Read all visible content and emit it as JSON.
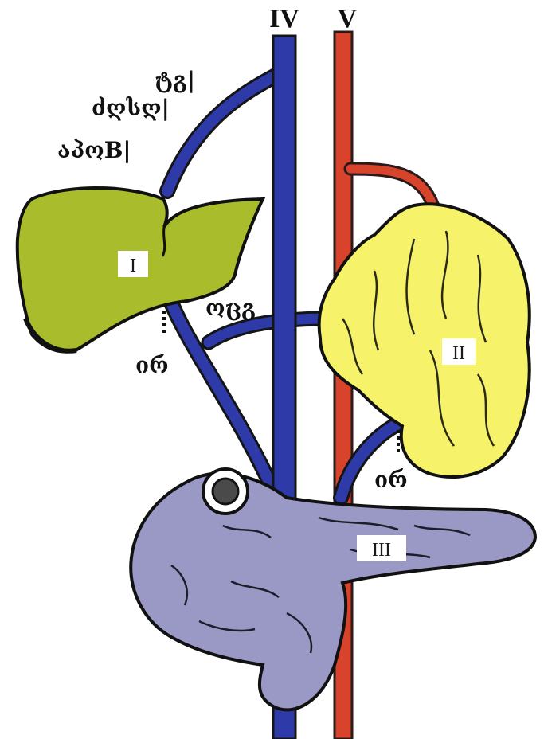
{
  "vessels": {
    "vein_label": "IV",
    "artery_label": "V",
    "vein_color": "#2d3aa8",
    "artery_color": "#d8432c"
  },
  "organs": [
    {
      "label": "I",
      "color": "#a9bd2c"
    },
    {
      "label": "II",
      "color": "#f6f26a"
    },
    {
      "label": "III",
      "color": "#9a98c4"
    }
  ],
  "annotations": {
    "top_1": "ტგ|",
    "top_2": "ძღსღ|",
    "top_3": "აპოB|",
    "mid": "ოცგ",
    "left_low": "ირ",
    "right_low": "ირ"
  }
}
